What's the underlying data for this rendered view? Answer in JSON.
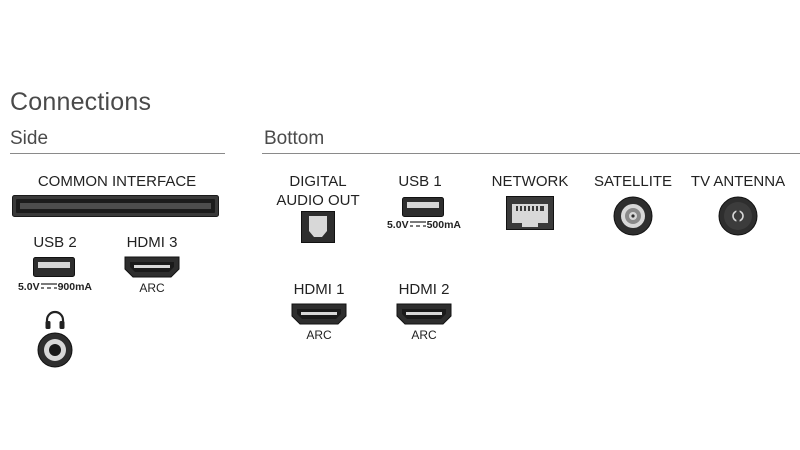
{
  "title": "Connections",
  "side": {
    "heading": "Side",
    "common_interface": {
      "label": "COMMON INTERFACE"
    },
    "usb2": {
      "label": "USB 2",
      "spec_volt": "5.0V",
      "spec_amp": "900mA"
    },
    "hdmi3": {
      "label": "HDMI 3",
      "sub": "ARC"
    },
    "headphone": {
      "icon": "headphone-icon"
    }
  },
  "bottom": {
    "heading": "Bottom",
    "digital_audio": {
      "label_line1": "DIGITAL",
      "label_line2": "AUDIO OUT"
    },
    "usb1": {
      "label": "USB 1",
      "spec_volt": "5.0V",
      "spec_amp": "500mA"
    },
    "network": {
      "label": "NETWORK"
    },
    "satellite": {
      "label": "SATELLITE"
    },
    "tv_antenna": {
      "label": "TV ANTENNA"
    },
    "hdmi1": {
      "label": "HDMI 1",
      "sub": "ARC"
    },
    "hdmi2": {
      "label": "HDMI 2",
      "sub": "ARC"
    }
  },
  "colors": {
    "port_fill": "#2b2b2b",
    "port_light": "#cfcfcf",
    "rule": "#8a8a8a"
  }
}
